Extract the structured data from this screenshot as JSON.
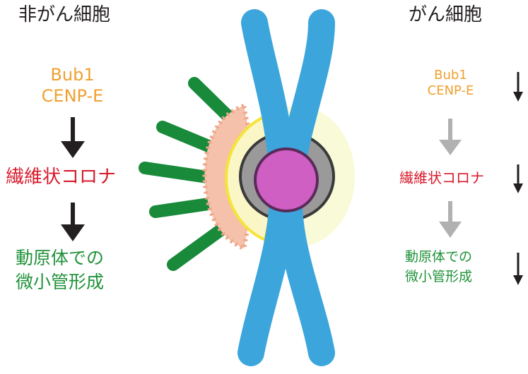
{
  "colors": {
    "orange": "#f0a030",
    "red": "#d7192a",
    "green": "#20923a",
    "chromosome": "#3ca6dc",
    "centromere": "#cf5fc2",
    "microtubule": "#188a3a",
    "arrow_dark": "#231f20",
    "arrow_faded": "#b1b1b1"
  },
  "left": {
    "title": "非がん細胞",
    "proteins_line1": "Bub1",
    "proteins_line2": "CENP-E",
    "corona": "繊維状コロナ",
    "mt_line1": "動原体での",
    "mt_line2": "微小管形成"
  },
  "right": {
    "title": "がん細胞",
    "proteins_line1": "Bub1",
    "proteins_line2": "CENP-E",
    "corona": "繊維状コロナ",
    "mt_line1": "動原体での",
    "mt_line2": "微小管形成"
  },
  "icons": {
    "chromosome": "chromosome-icon",
    "arrow_down": "arrow-down-icon"
  }
}
